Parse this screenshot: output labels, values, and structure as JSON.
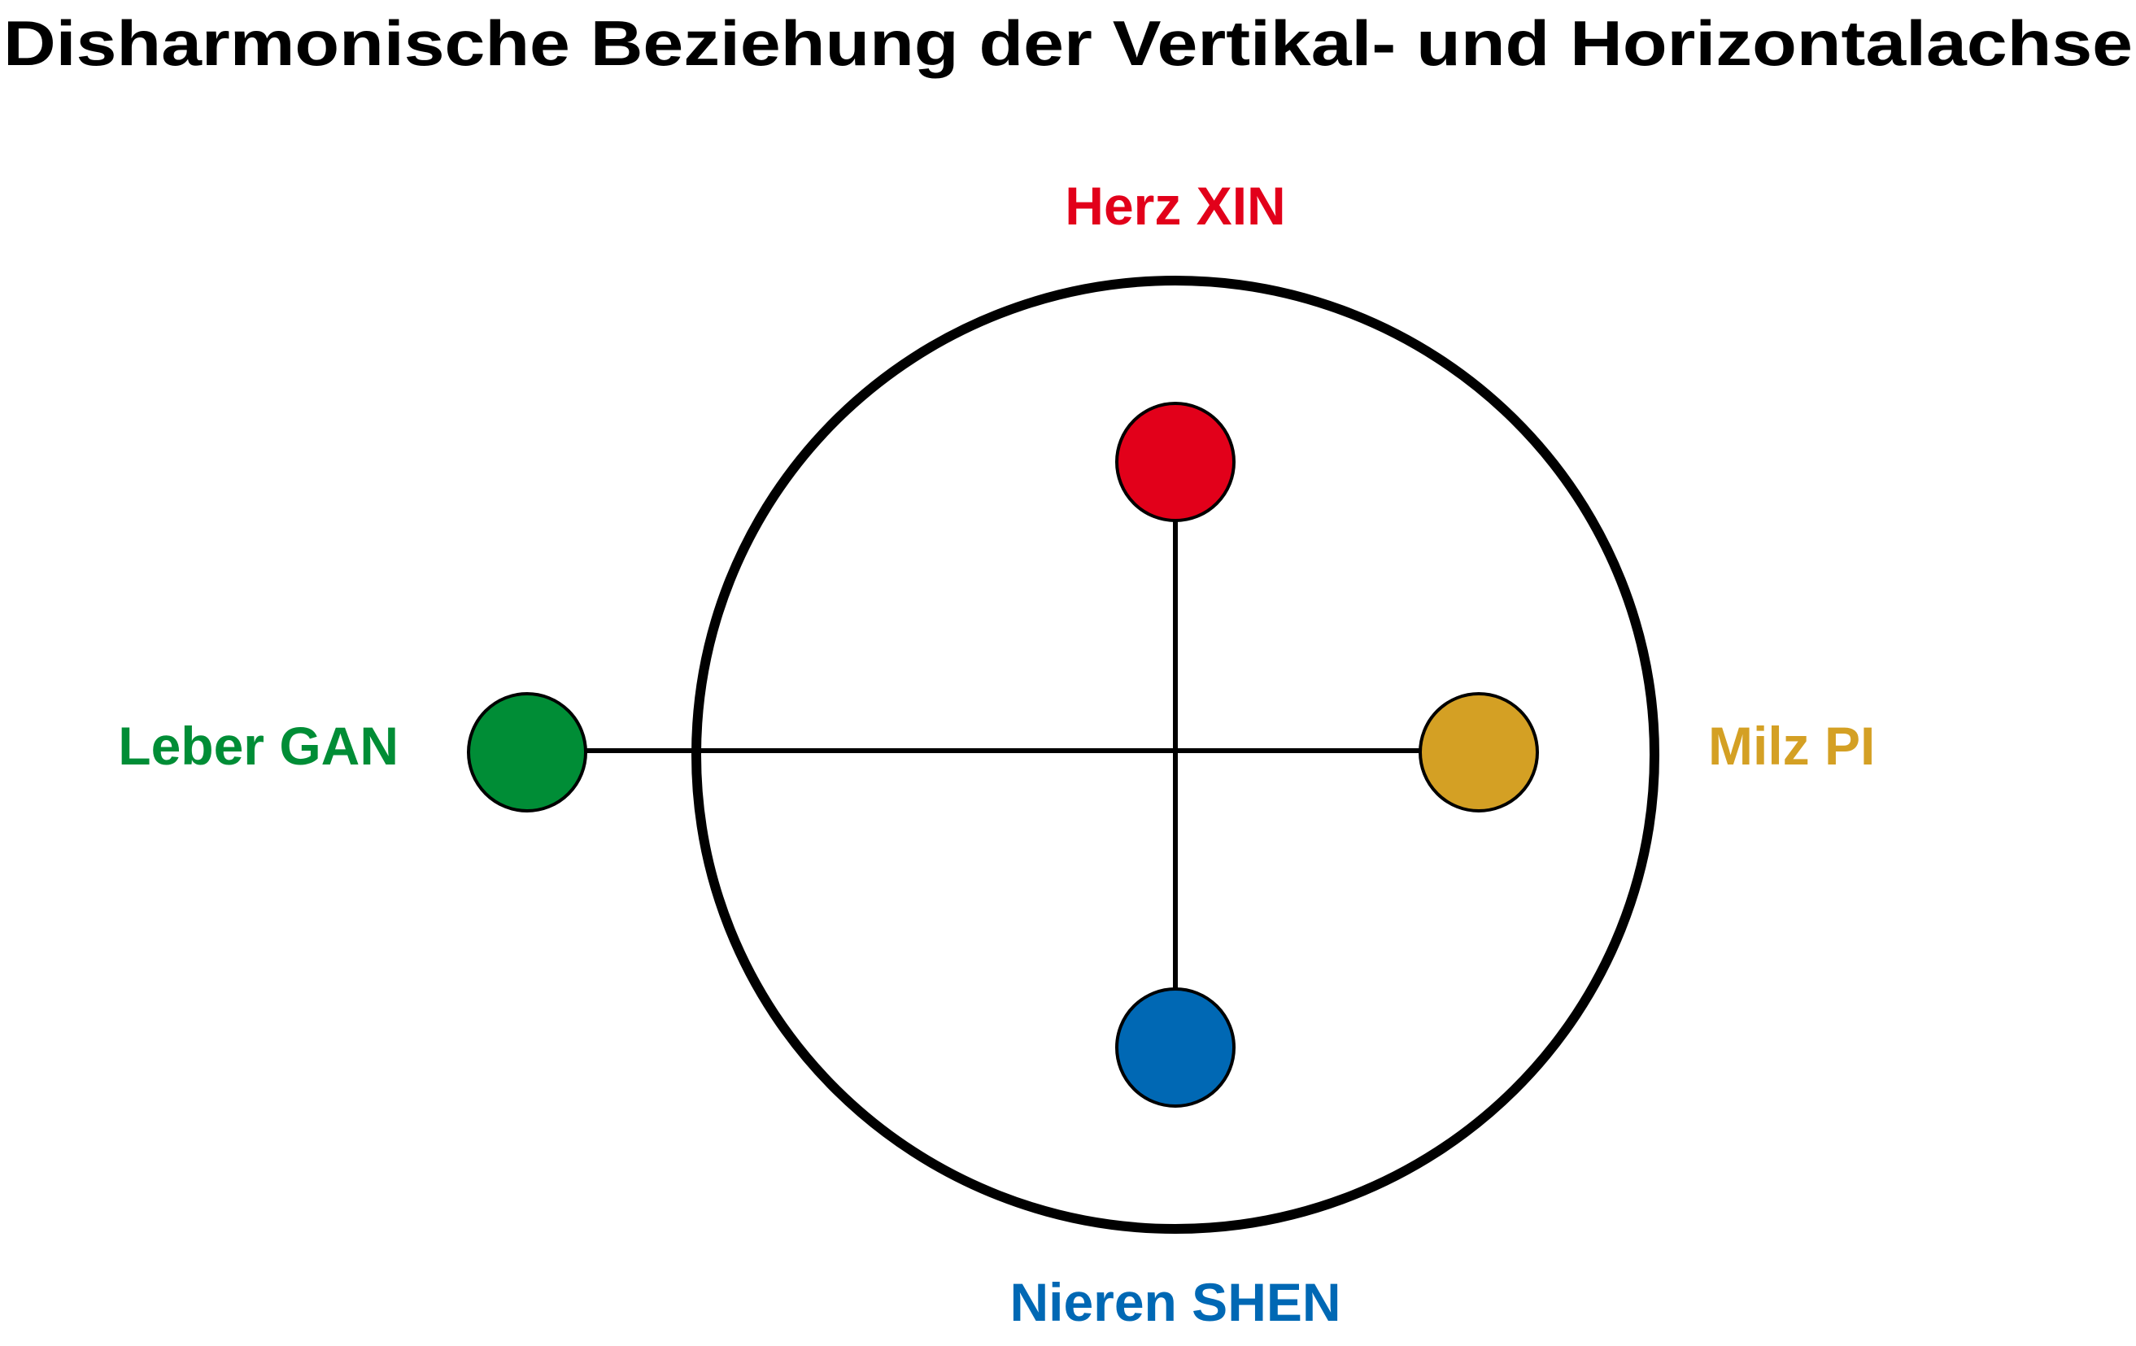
{
  "title": "Disharmonische Beziehung der Vertikal- und Horizontalachse",
  "nodes": {
    "top": {
      "label": "Herz XIN",
      "color": "#e2001a"
    },
    "bottom": {
      "label": "Nieren SHEN",
      "color": "#0068b4"
    },
    "left": {
      "label": "Leber GAN",
      "color": "#008d36"
    },
    "right": {
      "label": "Milz PI",
      "color": "#d4a024"
    }
  },
  "colors": {
    "stroke": "#000000",
    "background": "#ffffff"
  }
}
